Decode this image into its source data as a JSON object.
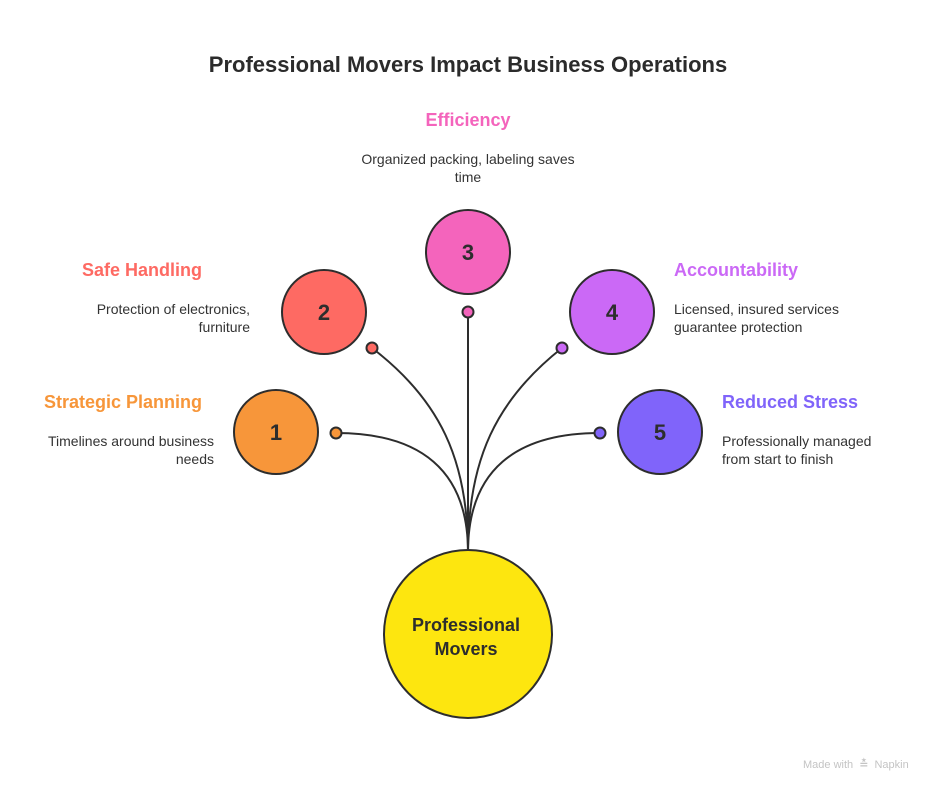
{
  "title": "Professional Movers Impact Business Operations",
  "center": {
    "line1": "Professional",
    "line2": "Movers",
    "color": "#FDE60F"
  },
  "items": [
    {
      "number": "1",
      "label": "Strategic Planning",
      "description": "Timelines around business needs",
      "desc_lines": [
        "Timelines around business",
        "needs"
      ],
      "color": "#F7963A"
    },
    {
      "number": "2",
      "label": "Safe Handling",
      "description": "Protection of electronics, furniture",
      "desc_lines": [
        "Protection of electronics,",
        "furniture"
      ],
      "color": "#FE6A63"
    },
    {
      "number": "3",
      "label": "Efficiency",
      "description": "Organized packing, labeling saves time",
      "desc_lines": [
        "Organized packing, labeling saves",
        "time"
      ],
      "color": "#F464BC"
    },
    {
      "number": "4",
      "label": "Accountability",
      "description": "Licensed, insured services guarantee protection",
      "desc_lines": [
        "Licensed, insured services",
        "guarantee protection"
      ],
      "color": "#CB69F6"
    },
    {
      "number": "5",
      "label": "Reduced Stress",
      "description": "Professionally managed from start to finish",
      "desc_lines": [
        "Professionally managed",
        "from start to finish"
      ],
      "color": "#8064FA"
    }
  ],
  "watermark": {
    "prefix": "Made with",
    "icon": "napkin-logo-icon",
    "brand": "Napkin"
  }
}
